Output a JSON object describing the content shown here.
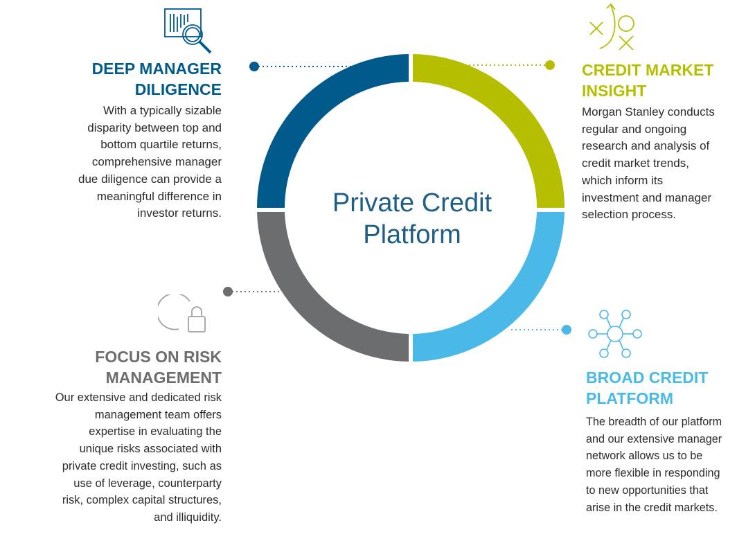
{
  "center": {
    "title_line1": "Private Credit",
    "title_line2": "Platform"
  },
  "colors": {
    "deep_manager": "#005a8c",
    "credit_market": "#b5bf00",
    "broad_credit": "#4ab9e8",
    "risk_management": "#6b6d6e",
    "body_text": "#2b2b2b"
  },
  "sections": {
    "deep_manager": {
      "icon": "magnifier-chart-icon",
      "heading": [
        "DEEP MANAGER",
        "DILIGENCE"
      ],
      "body": [
        "With a typically sizable",
        "disparity between top and",
        "bottom quartile returns,",
        "comprehensive manager",
        "due diligence can provide a",
        "meaningful difference in",
        "investor returns."
      ]
    },
    "credit_market": {
      "icon": "strategy-play-icon",
      "heading": [
        "CREDIT MARKET",
        "INSIGHT"
      ],
      "body": [
        "Morgan Stanley conducts",
        "regular and ongoing",
        "research and analysis of",
        "credit market trends,",
        "which inform its",
        "investment and manager",
        "selection process."
      ]
    },
    "risk_management": {
      "icon": "circle-lock-icon",
      "heading": [
        "FOCUS ON RISK",
        "MANAGEMENT"
      ],
      "body": [
        "Our extensive and dedicated risk",
        "management team offers",
        "expertise in evaluating the",
        "unique risks associated with",
        "private credit investing, such as",
        "use of leverage, counterparty",
        "risk, complex capital structures,",
        "and illiquidity."
      ]
    },
    "broad_credit": {
      "icon": "network-people-icon",
      "heading": [
        "BROAD CREDIT",
        "PLATFORM"
      ],
      "body": [
        "The breadth of our platform",
        "and our extensive manager",
        "network allows us to be",
        "more flexible in responding",
        "to new opportunities that",
        "arise in the credit markets."
      ]
    }
  }
}
